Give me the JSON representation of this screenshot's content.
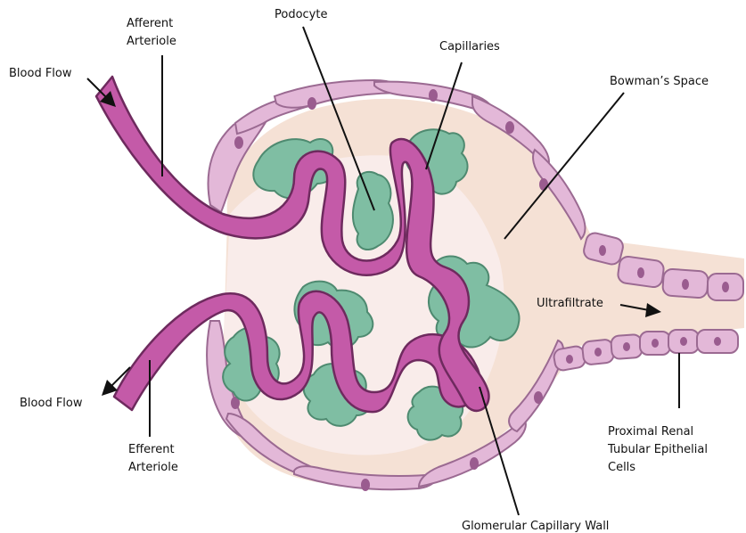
{
  "labels": {
    "podocyte": "Podocyte",
    "capillaries": "Capillaries",
    "afferent_line1": "Afferent",
    "afferent_line2": "Arteriole",
    "blood_flow_in": "Blood Flow",
    "bowmans_space": "Bowman’s Space",
    "ultrafiltrate": "Ultrafiltrate",
    "blood_flow_out": "Blood Flow",
    "efferent_line1": "Efferent",
    "efferent_line2": "Arteriole",
    "proximal_line1": "Proximal Renal",
    "proximal_line2": "Tubular Epithelial",
    "proximal_line3": "Cells",
    "glomerular_wall": "Glomerular Capillary Wall"
  },
  "colors": {
    "bowman_fill": "#f5e1d5",
    "inner_fill": "#f9ecea",
    "capsule_cell": "#e3b8d8",
    "capsule_stroke": "#9b6a92",
    "nucleus": "#9a5c8f",
    "podocyte": "#7fbea3",
    "podocyte_stroke": "#4e8a70",
    "capillary": "#c45aa8",
    "capillary_stroke": "#6e2a5e"
  }
}
